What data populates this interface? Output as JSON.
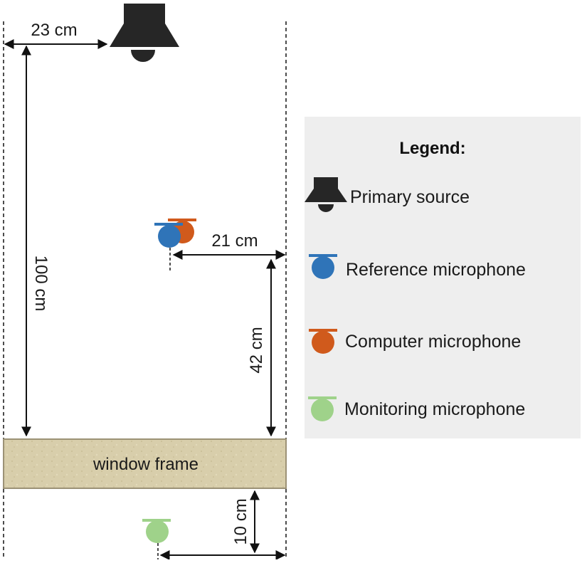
{
  "diagram": {
    "dimensions": {
      "speaker_offset": "23 cm",
      "distance_source_to_frame": "100 cm",
      "mic_to_right_wall": "21 cm",
      "mic_to_frame": "42 cm",
      "monitoring_below_frame": "10 cm"
    },
    "window_frame_label": "window frame"
  },
  "legend": {
    "title": "Legend:",
    "items": [
      {
        "label": "Primary source",
        "icon": "speaker-icon",
        "color": "#262626"
      },
      {
        "label": "Reference microphone",
        "icon": "reference-mic-icon",
        "color": "#2f74b8"
      },
      {
        "label": "Computer microphone",
        "icon": "computer-mic-icon",
        "color": "#d05a1c"
      },
      {
        "label": "Monitoring microphone",
        "icon": "monitoring-mic-icon",
        "color": "#9fd28a"
      }
    ]
  },
  "colors": {
    "frame_fill": "#d8ceab",
    "legend_bg": "#eeeeee",
    "line": "#111111"
  }
}
